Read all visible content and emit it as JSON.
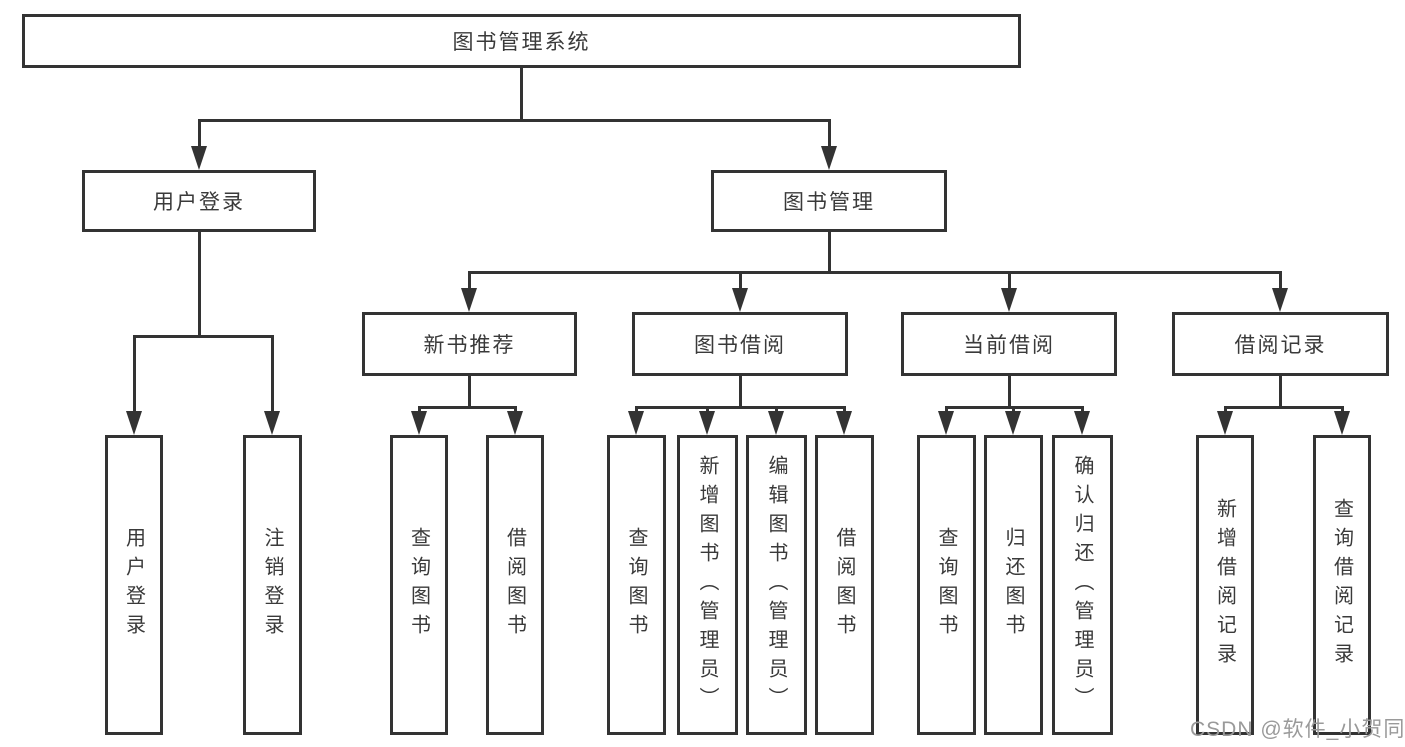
{
  "diagram": {
    "type": "hierarchy-tree",
    "line_color": "#333333",
    "text_color": "#3a3a3a",
    "background": "#ffffff"
  },
  "nodes": {
    "root": {
      "label": "图书管理系统"
    },
    "user": {
      "label": "用户登录"
    },
    "book": {
      "label": "图书管理"
    },
    "newrec": {
      "label": "新书推荐"
    },
    "borrow": {
      "label": "图书借阅"
    },
    "current": {
      "label": "当前借阅"
    },
    "records": {
      "label": "借阅记录"
    },
    "user_login": {
      "label": "用户登录"
    },
    "user_logout": {
      "label": "注销登录"
    },
    "new_query": {
      "label": "查询图书"
    },
    "new_borrow": {
      "label": "借阅图书"
    },
    "b_query": {
      "label": "查询图书"
    },
    "b_add": {
      "label": "新增图书（管理员）"
    },
    "b_edit": {
      "label": "编辑图书（管理员）"
    },
    "b_borrow": {
      "label": "借阅图书"
    },
    "c_query": {
      "label": "查询图书"
    },
    "c_return": {
      "label": "归还图书"
    },
    "c_confirm": {
      "label": "确认归还（管理员）"
    },
    "r_add": {
      "label": "新增借阅记录"
    },
    "r_query": {
      "label": "查询借阅记录"
    }
  },
  "structure": {
    "root": [
      "user",
      "book"
    ],
    "user": [
      "user_login",
      "user_logout"
    ],
    "book": [
      "newrec",
      "borrow",
      "current",
      "records"
    ],
    "newrec": [
      "new_query",
      "new_borrow"
    ],
    "borrow": [
      "b_query",
      "b_add",
      "b_edit",
      "b_borrow"
    ],
    "current": [
      "c_query",
      "c_return",
      "c_confirm"
    ],
    "records": [
      "r_add",
      "r_query"
    ]
  },
  "watermark": "CSDN @软件_小贺同学"
}
